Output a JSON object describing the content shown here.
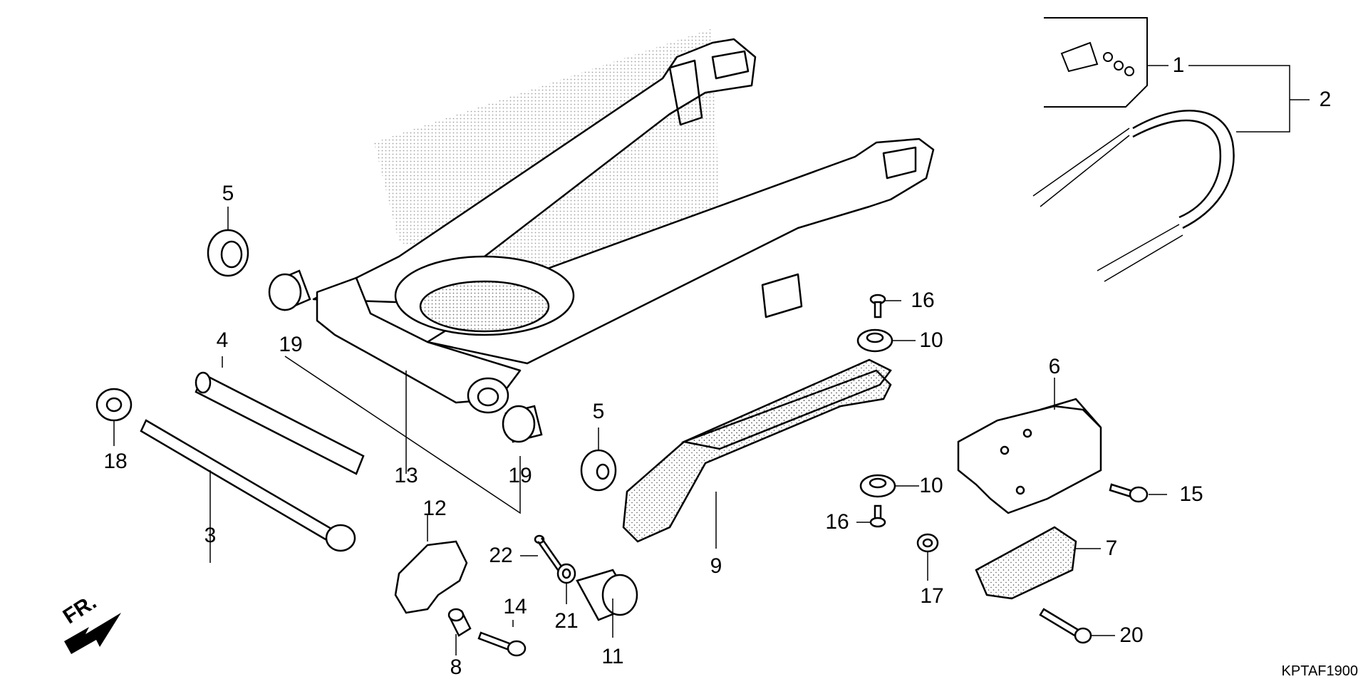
{
  "diagram": {
    "code": "KPTAF1900",
    "front_mark": "FR.",
    "callouts": [
      {
        "id": "c1",
        "text": "1"
      },
      {
        "id": "c2",
        "text": "2"
      },
      {
        "id": "c3",
        "text": "3"
      },
      {
        "id": "c4",
        "text": "4"
      },
      {
        "id": "c5a",
        "text": "5"
      },
      {
        "id": "c5b",
        "text": "5"
      },
      {
        "id": "c6",
        "text": "6"
      },
      {
        "id": "c7",
        "text": "7"
      },
      {
        "id": "c8",
        "text": "8"
      },
      {
        "id": "c9",
        "text": "9"
      },
      {
        "id": "c10a",
        "text": "10"
      },
      {
        "id": "c10b",
        "text": "10"
      },
      {
        "id": "c11",
        "text": "11"
      },
      {
        "id": "c12",
        "text": "12"
      },
      {
        "id": "c13",
        "text": "13"
      },
      {
        "id": "c14",
        "text": "14"
      },
      {
        "id": "c15",
        "text": "15"
      },
      {
        "id": "c16a",
        "text": "16"
      },
      {
        "id": "c16b",
        "text": "16"
      },
      {
        "id": "c17",
        "text": "17"
      },
      {
        "id": "c18",
        "text": "18"
      },
      {
        "id": "c19a",
        "text": "19"
      },
      {
        "id": "c19b",
        "text": "19"
      },
      {
        "id": "c20",
        "text": "20"
      },
      {
        "id": "c21",
        "text": "21"
      },
      {
        "id": "c22",
        "text": "22"
      }
    ]
  }
}
